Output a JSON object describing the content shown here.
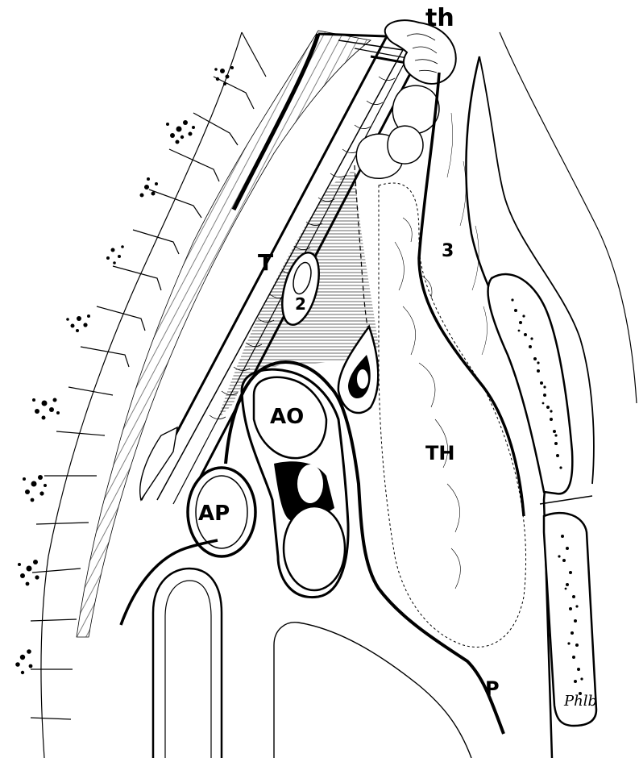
{
  "figure": {
    "labels": {
      "th": "th",
      "T": "T",
      "n2": "2",
      "n3": "3",
      "AO": "AO",
      "AP": "AP",
      "TH": "TH",
      "P": "P"
    },
    "signature": "Phlb",
    "colors": {
      "ink": "#000000",
      "paper": "#ffffff"
    }
  }
}
